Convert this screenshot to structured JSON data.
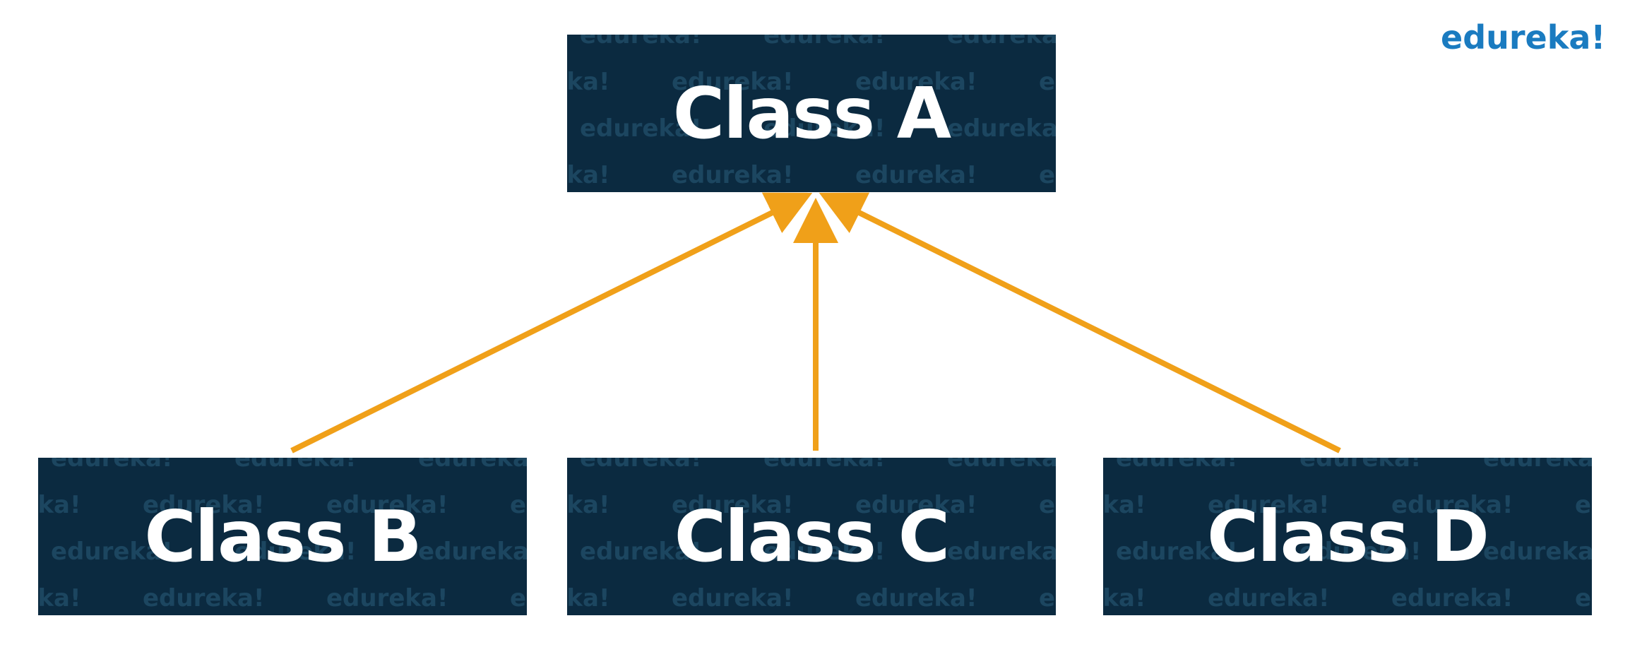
{
  "logo": {
    "text": "edureka!"
  },
  "watermark": {
    "text": "edureka!"
  },
  "nodes": {
    "a": {
      "label": "Class A"
    },
    "b": {
      "label": "Class B"
    },
    "c": {
      "label": "Class C"
    },
    "d": {
      "label": "Class D"
    }
  },
  "colors": {
    "box_fill": "#0b2a40",
    "arrow": "#f0a019",
    "watermark": "#1c4660",
    "logo": "#1a7bc0"
  },
  "edges": [
    {
      "from": "b",
      "to": "a"
    },
    {
      "from": "c",
      "to": "a"
    },
    {
      "from": "d",
      "to": "a"
    }
  ]
}
